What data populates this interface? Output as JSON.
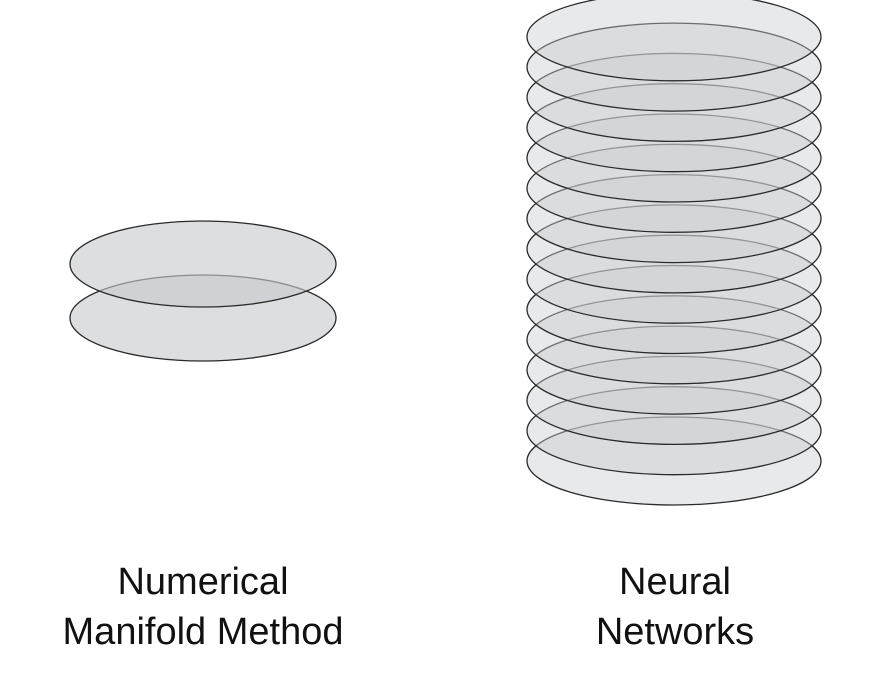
{
  "colors": {
    "background": "#ffffff",
    "disc_fill": "#c8cacd",
    "disc_stroke": "#2a2a2a",
    "text": "#111111"
  },
  "stacks": [
    {
      "name": "numerical-manifold-method",
      "layer_count": 2,
      "caption_lines": [
        "Numerical",
        "Manifold Method"
      ]
    },
    {
      "name": "neural-networks",
      "layer_count": 15,
      "caption_lines": [
        "Neural",
        "Networks"
      ]
    }
  ]
}
